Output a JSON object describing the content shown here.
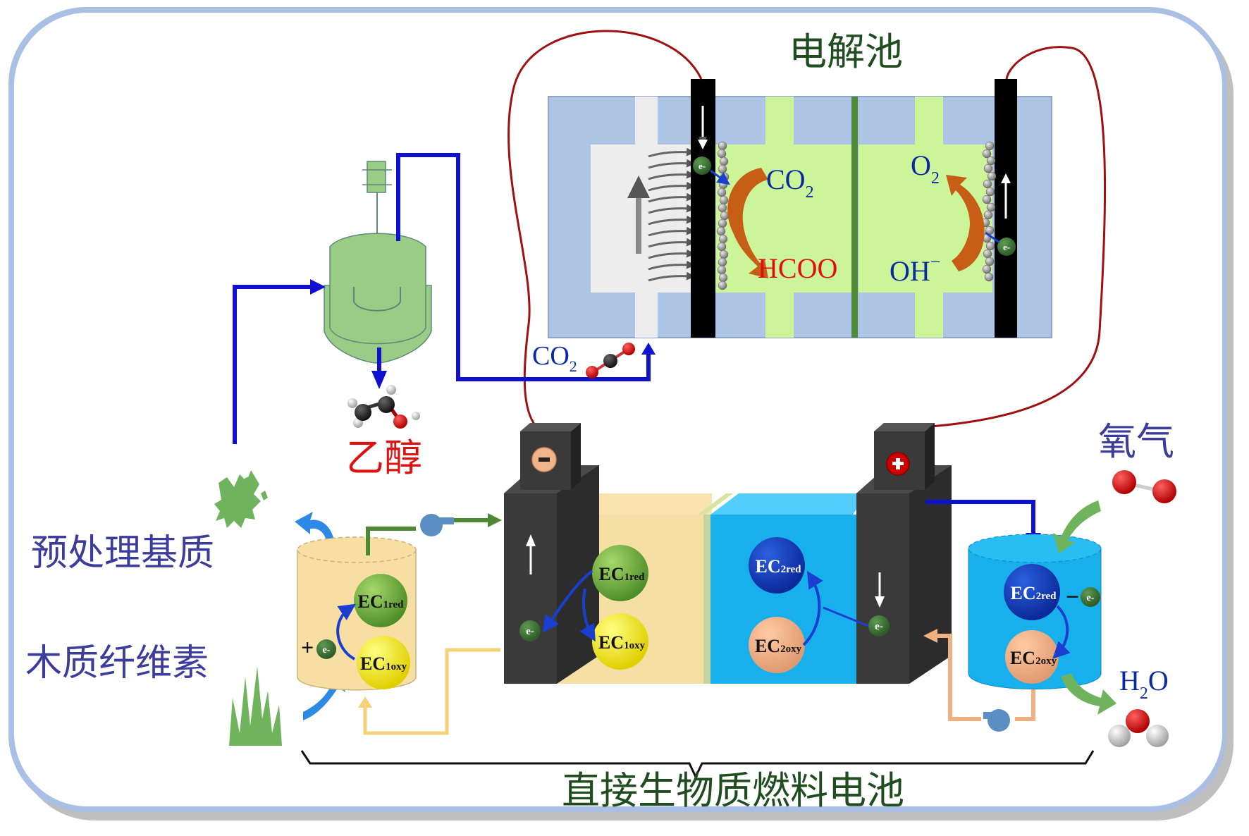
{
  "colors": {
    "frame_border": "#a9bfe4",
    "frame_shadow": "#8c8c8c",
    "wire": "#a01010",
    "pipe_blue": "#1010d0",
    "cell_bg": "#aec4e4",
    "cell_channel": "#ededed",
    "electrolyte": "#ccf59a",
    "membrane": "#4e8a36",
    "anode_box": "#f6dfa4",
    "cathode_box": "#18b0ec",
    "electrode": "#333333",
    "title_green": "#1f4d1f",
    "label_blue": "#3c3c9c",
    "red": "#e01010",
    "navy": "#0a2aa0"
  },
  "electrolyzer": {
    "title": "电解池",
    "left_species_in": "CO",
    "left_species_in_sub": "2",
    "left_species_out": "HCOO",
    "right_species_out": "O",
    "right_species_out_sub": "2",
    "right_species_in": "OH",
    "right_species_in_sup": "−",
    "electron": "e-",
    "co2_feed": "CO",
    "co2_feed_sub": "2"
  },
  "reactor": {
    "product_label": "乙醇"
  },
  "feedstock": {
    "pretreated_label": "预处理基质",
    "lignocellulose_label": "木质纤维素"
  },
  "fuel_cell": {
    "title": "直接生物质燃料电池",
    "negative_terminal": "−",
    "positive_terminal": "+",
    "electron": "e-",
    "anode_tank_electron_prefix": "+",
    "cathode_tank_electron_prefix": "−",
    "carriers": {
      "ec1_red": {
        "base": "EC",
        "sub": "1red"
      },
      "ec1_oxy": {
        "base": "EC",
        "sub": "1oxy"
      },
      "ec2_red": {
        "base": "EC",
        "sub": "2red"
      },
      "ec2_oxy": {
        "base": "EC",
        "sub": "2oxy"
      }
    }
  },
  "oxygen": {
    "label": "氧气"
  },
  "water": {
    "label": "H",
    "label_sub": "2",
    "label_tail": "O"
  }
}
